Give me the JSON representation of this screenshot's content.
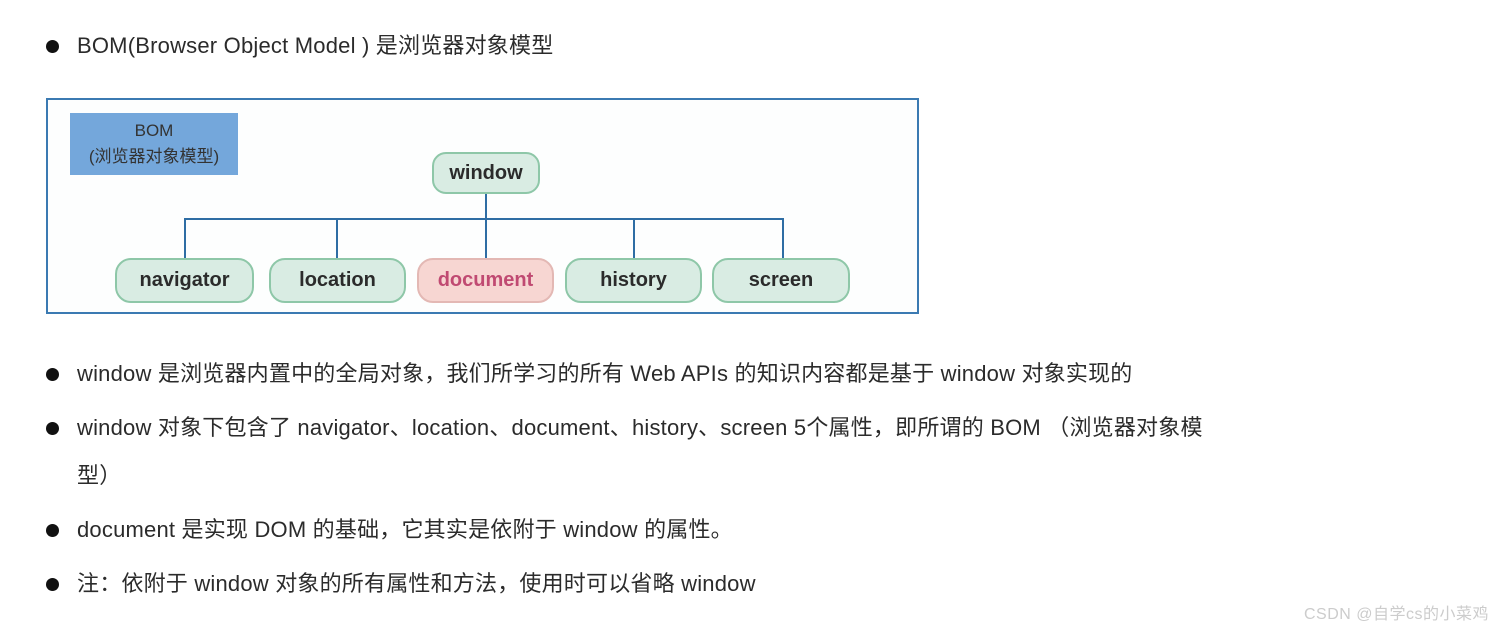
{
  "intro_bullet": {
    "text": "BOM(Browser Object Model ) 是浏览器对象模型"
  },
  "diagram": {
    "legend": {
      "line1": "BOM",
      "line2": "(浏览器对象模型)"
    },
    "root": {
      "label": "window"
    },
    "children": [
      {
        "label": "navigator",
        "highlight": false
      },
      {
        "label": "location",
        "highlight": false
      },
      {
        "label": "document",
        "highlight": true
      },
      {
        "label": "history",
        "highlight": false
      },
      {
        "label": "screen",
        "highlight": false
      }
    ],
    "colors": {
      "diagram-border": "#3b7ab2",
      "legend-bg": "#74a7db",
      "node-bg": "#d9ece3",
      "node-border": "#8ec7a8",
      "highlight-bg": "#f7d6d2",
      "highlight-border": "#e3b8b4",
      "highlight-text": "#c04a72",
      "line-color": "#2e6da4"
    }
  },
  "bullets": [
    {
      "lines": [
        "window 是浏览器内置中的全局对象，我们所学习的所有 Web APIs 的知识内容都是基于 window 对象实现的",
        ""
      ]
    },
    {
      "lines": [
        "window 对象下包含了 navigator、location、document、history、screen 5个属性，即所谓的 BOM （浏览器对象模",
        "型）"
      ]
    },
    {
      "lines": [
        "document 是实现 DOM 的基础，它其实是依附于 window 的属性。",
        ""
      ]
    },
    {
      "lines": [
        "注：依附于 window 对象的所有属性和方法，使用时可以省略 window",
        ""
      ]
    }
  ],
  "watermark": {
    "text": "CSDN @自学cs的小菜鸡"
  }
}
